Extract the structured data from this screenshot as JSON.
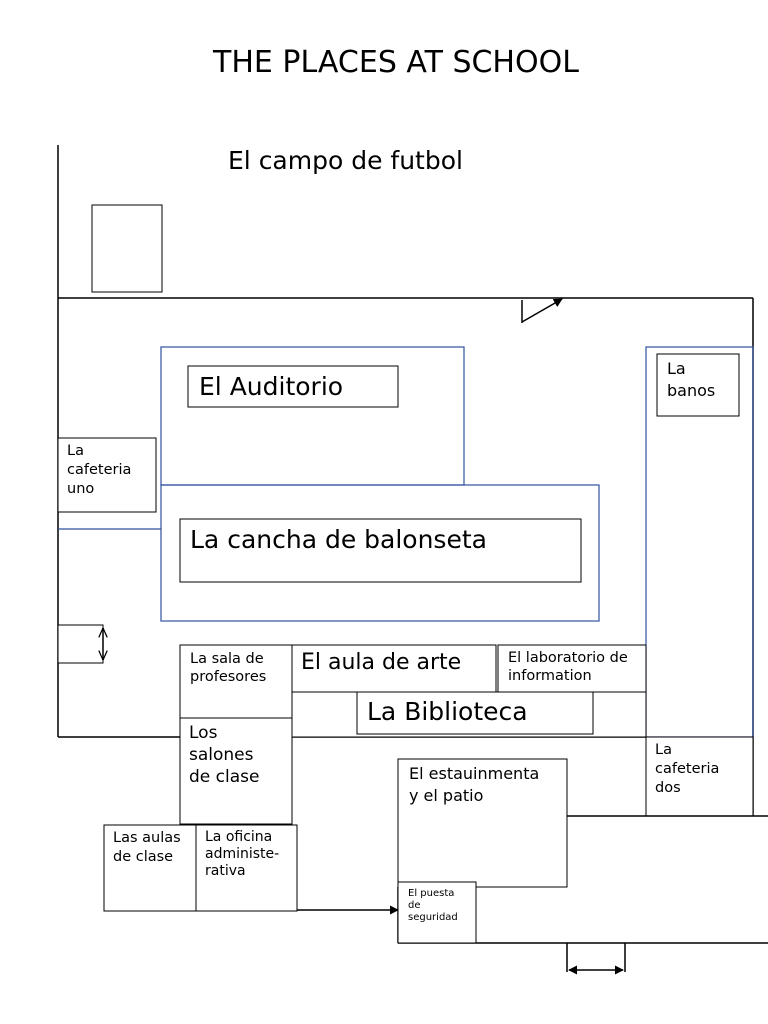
{
  "title": "THE PLACES AT SCHOOL",
  "rooms": {
    "campo": "El campo de futbol",
    "auditorio": "El Auditorio",
    "banos": [
      "La",
      "banos"
    ],
    "cafeteria_uno": [
      "La",
      "cafeteria",
      "uno"
    ],
    "cancha": "La cancha de balonseta",
    "sala_profesores": [
      "La sala de",
      "profesores"
    ],
    "aula_arte": "El aula de arte",
    "laboratorio": [
      "El laboratorio de",
      "information"
    ],
    "biblioteca": "La Biblioteca",
    "salones": [
      "Los",
      "salones",
      "de clase"
    ],
    "cafeteria_dos": [
      "La",
      "cafeteria",
      "dos"
    ],
    "estauinmenta": [
      "El estauinmenta",
      "y el patio"
    ],
    "aulas_clase": [
      "Las aulas",
      "de clase"
    ],
    "oficina": [
      "La oficina",
      "administe-",
      "rativa"
    ],
    "puesta": [
      "El puesta",
      "de",
      "seguridad"
    ]
  }
}
